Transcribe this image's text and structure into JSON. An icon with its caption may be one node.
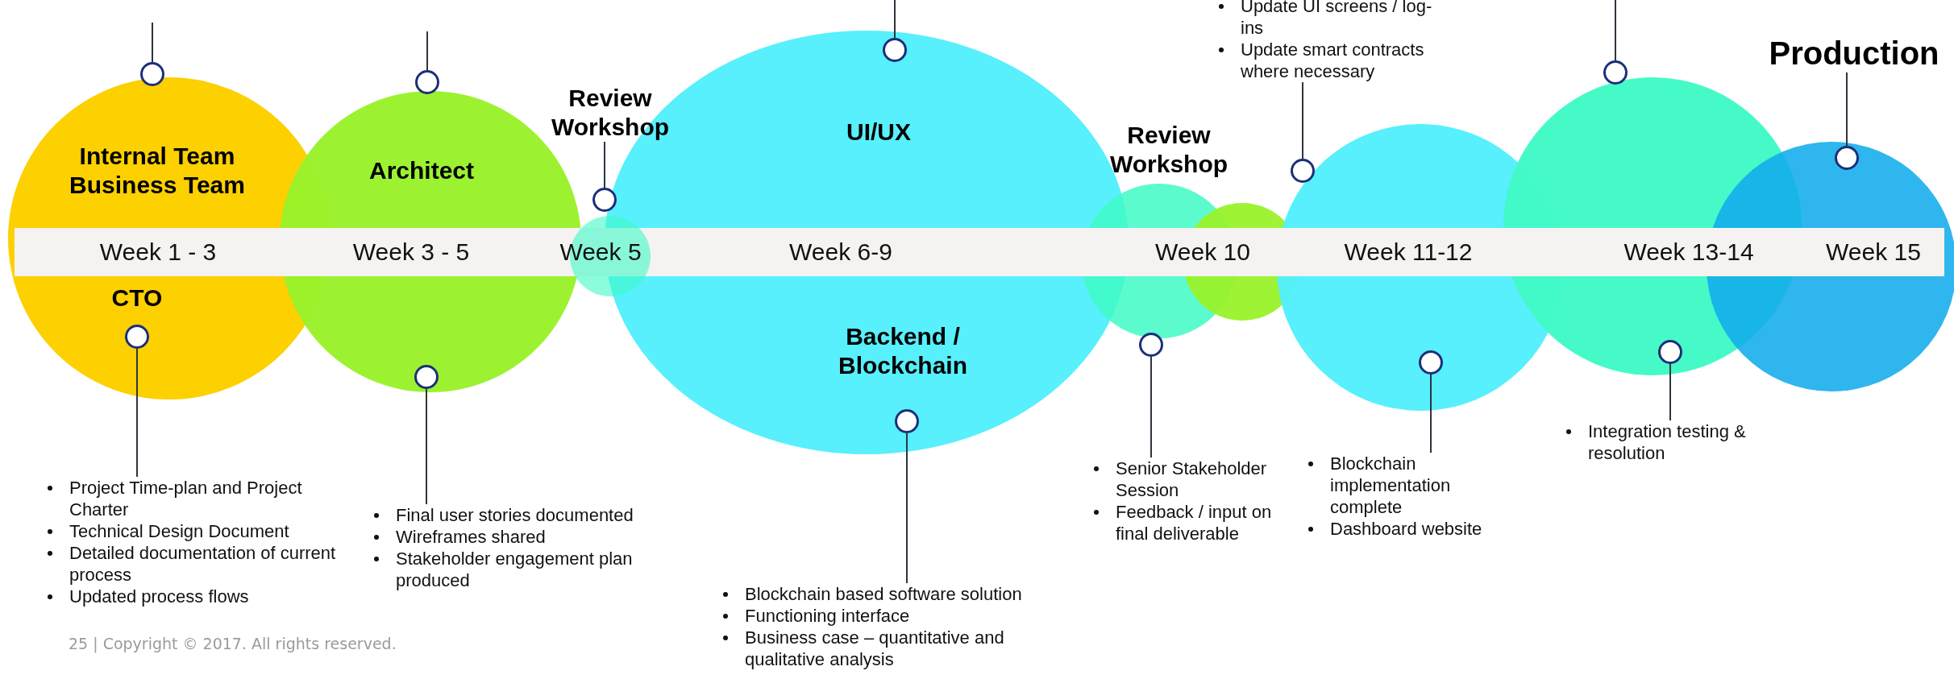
{
  "diagram": {
    "nodes": [
      {
        "text": [
          "Internal Team Business Team",
          "CTO"
        ]
      },
      {
        "text": [],
        "shape": "circle"
      },
      {
        "text": [],
        "shape": "circle",
        "in": 0
      },
      {
        "text": [
          "Architect"
        ]
      },
      {
        "text": [],
        "shape": "circle"
      },
      {
        "text": [],
        "shape": "circle",
        "in": 3
      },
      {
        "text": [
          "Review Workshop"
        ]
      },
      {
        "text": [],
        "shape": "circle"
      },
      {
        "text": [],
        "shape": "circle"
      },
      {
        "text": [
          "UI/UX",
          "Backend / Blockchain"
        ]
      },
      {
        "text": [],
        "shape": "circle",
        "in": 9
      },
      {
        "text": [],
        "shape": "circle",
        "in": 9
      },
      {
        "text": [
          "Review Workshop"
        ]
      },
      {
        "text": [],
        "shape": "circle"
      },
      {
        "text": [],
        "shape": "circle"
      },
      {
        "text": [],
        "shape": "circle"
      },
      {
        "text": [],
        "shape": "circle",
        "in": 15
      },
      {
        "text": [],
        "shape": "circle",
        "in": 15
      },
      {
        "text": [],
        "shape": "circle"
      },
      {
        "text": [],
        "shape": "circle"
      },
      {
        "text": [],
        "shape": "circle",
        "in": 18
      },
      {
        "text": [
          "Production"
        ]
      },
      {
        "text": [],
        "shape": "circle"
      },
      {
        "text": [],
        "shape": "circle",
        "in": 22
      },
      {
        "text": [
          "Project Time-plan and Project Charter",
          "Technical Design Document",
          "Detailed documentation of current process",
          "Updated process flows"
        ]
      },
      {
        "text": [
          "Final user stories documented",
          "Wireframes shared",
          "Stakeholder engagement plan produced"
        ]
      },
      {
        "text": [
          "Blockchain based software solution",
          "Functioning interface",
          "Business case – quantitative and qualitative analysis"
        ]
      },
      {
        "text": [
          "Senior Stakeholder Session",
          "Feedback / input on final deliverable"
        ]
      },
      {
        "text": [
          "Update UI screens / log-ins",
          "Update smart contracts where necessary"
        ]
      },
      {
        "text": [
          "Blockchain implementation complete",
          "Dashboard website"
        ]
      },
      {
        "text": [
          "Integration testing & resolution"
        ]
      }
    ],
    "edges": [
      {
        "from": null,
        "to": 1,
        "arrow": "none"
      },
      {
        "from": 24,
        "to": 2,
        "arrow": "none"
      },
      {
        "from": null,
        "to": 4,
        "arrow": "none"
      },
      {
        "from": 25,
        "to": 5,
        "arrow": "none"
      },
      {
        "from": 6,
        "to": 8,
        "arrow": "none"
      },
      {
        "from": null,
        "to": 10,
        "arrow": "none"
      },
      {
        "from": 26,
        "to": 11,
        "arrow": "none"
      },
      {
        "from": 27,
        "to": 13,
        "arrow": "none"
      },
      {
        "from": 28,
        "to": 16,
        "arrow": "none"
      },
      {
        "from": 29,
        "to": 17,
        "arrow": "none"
      },
      {
        "from": null,
        "to": 19,
        "arrow": "none"
      },
      {
        "from": 30,
        "to": 20,
        "arrow": "none"
      },
      {
        "from": 21,
        "to": 23,
        "arrow": "none"
      }
    ],
    "labels": [
      "Week 1 - 3",
      "Week 3 - 5",
      "Week 5",
      "Week 6-9",
      "Week 10",
      "Week 11-12",
      "Week 13-14",
      "Week 15",
      "25 | Copyright © 2017. All rights reserved."
    ]
  }
}
